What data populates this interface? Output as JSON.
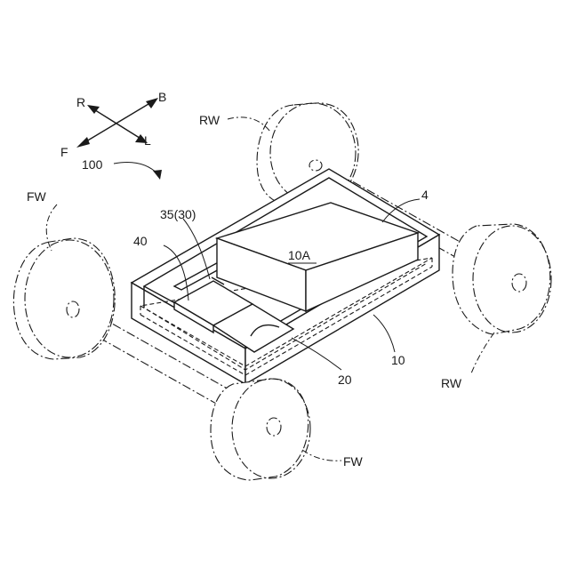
{
  "orientation": {
    "rear": "R",
    "back": "B",
    "front": "F",
    "left": "L"
  },
  "labels": {
    "vehicle": "100",
    "front_wheel_left": "FW",
    "front_wheel_right": "FW",
    "rear_wheel_left": "RW",
    "rear_wheel_right": "RW",
    "module": "35(30)",
    "component_40": "40",
    "component_4": "4",
    "region_10A": "10A",
    "frame_10": "10",
    "component_20": "20"
  }
}
